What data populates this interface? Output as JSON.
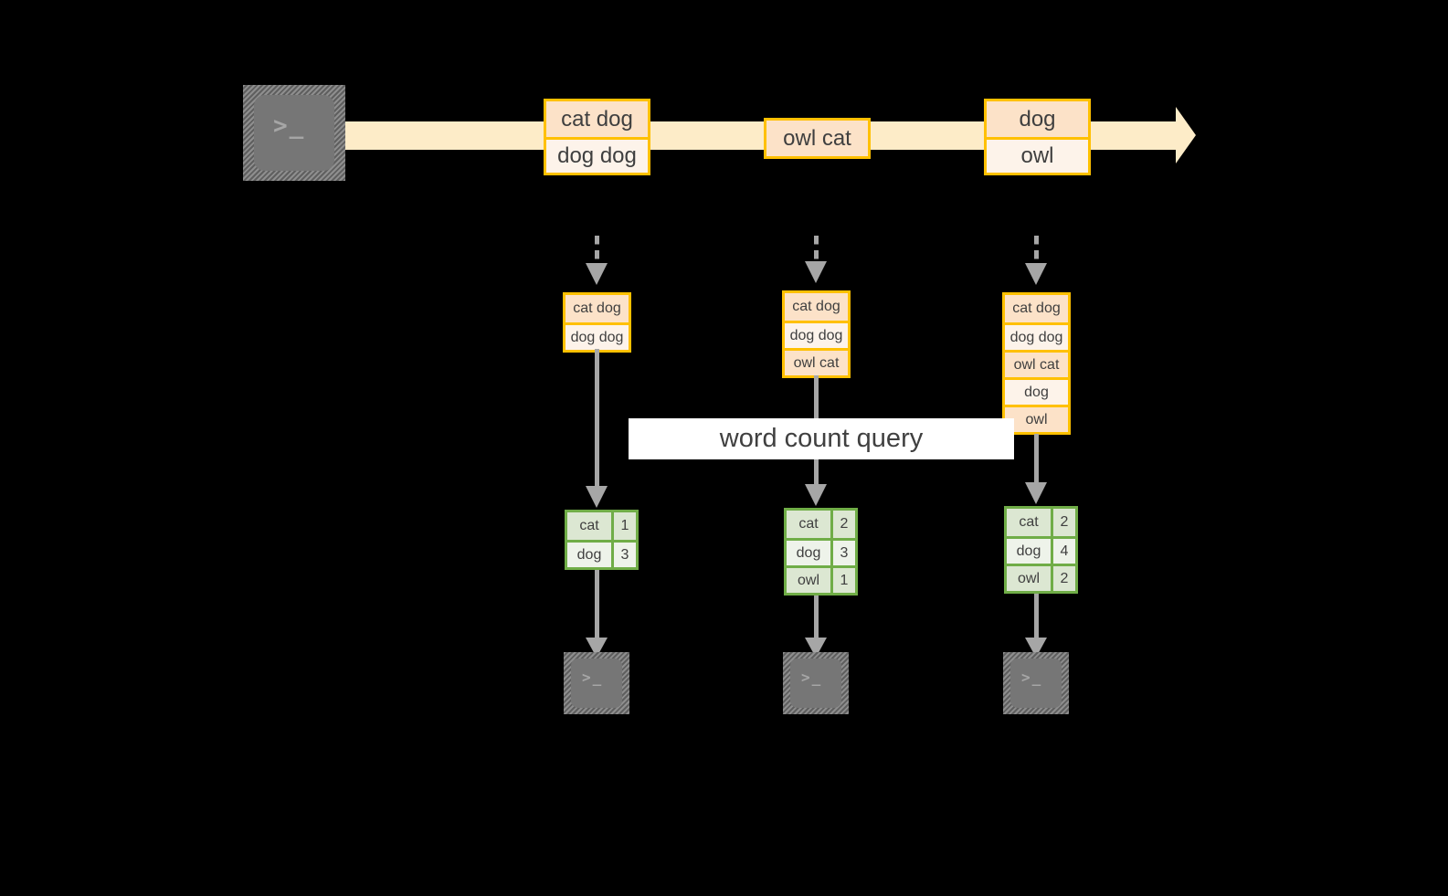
{
  "diagram": {
    "title_label": "word count query",
    "colors": {
      "stream_fill": "#fdecc8",
      "message_border": "#ffc000",
      "message_fill_dark": "#fce2c8",
      "message_fill_light": "#fdf3ea",
      "table_border": "#70ad47",
      "table_fill_dark": "#dce7d2",
      "table_fill_light": "#eef3ea",
      "connector": "#a6a6a6",
      "terminal_face": "#767676",
      "terminal_glyph": "#a6a6a6",
      "background": "#000000",
      "band_fill": "#ffffff",
      "text": "#3f3f3f"
    },
    "producer": {
      "icon": "terminal-prompt-icon",
      "glyph": ">_"
    },
    "stream": {
      "messages": [
        {
          "lines": [
            "cat dog",
            "dog dog"
          ]
        },
        {
          "lines": [
            "owl cat"
          ]
        },
        {
          "lines": [
            "dog",
            "owl"
          ]
        }
      ]
    },
    "snapshots": [
      {
        "name": "snapshot-1",
        "stream_state": [
          "cat dog",
          "dog dog"
        ],
        "result": {
          "rows": [
            {
              "word": "cat",
              "count": "1"
            },
            {
              "word": "dog",
              "count": "3"
            }
          ]
        },
        "consumer": {
          "icon": "terminal-prompt-icon",
          "glyph": ">_"
        }
      },
      {
        "name": "snapshot-2",
        "stream_state": [
          "cat dog",
          "dog dog",
          "owl cat"
        ],
        "result": {
          "rows": [
            {
              "word": "cat",
              "count": "2"
            },
            {
              "word": "dog",
              "count": "3"
            },
            {
              "word": "owl",
              "count": "1"
            }
          ]
        },
        "consumer": {
          "icon": "terminal-prompt-icon",
          "glyph": ">_"
        }
      },
      {
        "name": "snapshot-3",
        "stream_state": [
          "cat dog",
          "dog dog",
          "owl cat",
          "dog",
          "owl"
        ],
        "result": {
          "rows": [
            {
              "word": "cat",
              "count": "2"
            },
            {
              "word": "dog",
              "count": "4"
            },
            {
              "word": "owl",
              "count": "2"
            }
          ]
        },
        "consumer": {
          "icon": "terminal-prompt-icon",
          "glyph": ">_"
        }
      }
    ]
  }
}
